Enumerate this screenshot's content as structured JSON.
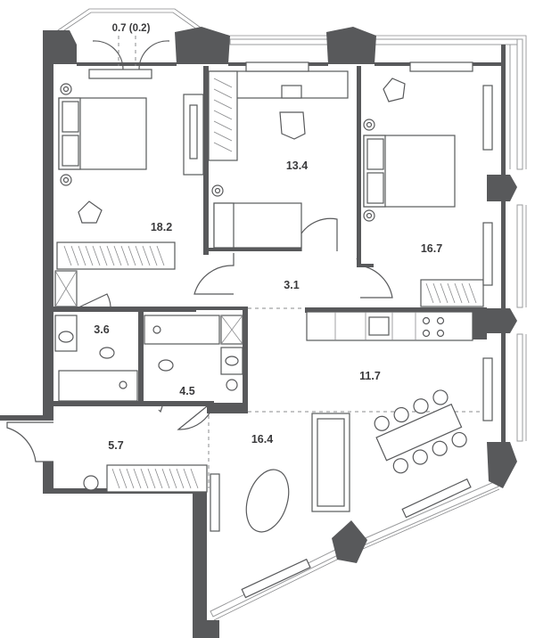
{
  "colors": {
    "wall": "#58595b",
    "line": "#58595b",
    "window": "#9a9b9d",
    "background": "#ffffff"
  },
  "rooms": {
    "balcony": "0.7 (0.2)",
    "bedroom_left": "18.2",
    "bedroom_middle": "13.4",
    "bedroom_right": "16.7",
    "hall": "3.1",
    "bathroom_left": "3.6",
    "bathroom_right": "4.5",
    "kitchen": "11.7",
    "entrance": "5.7",
    "living": "16.4"
  }
}
